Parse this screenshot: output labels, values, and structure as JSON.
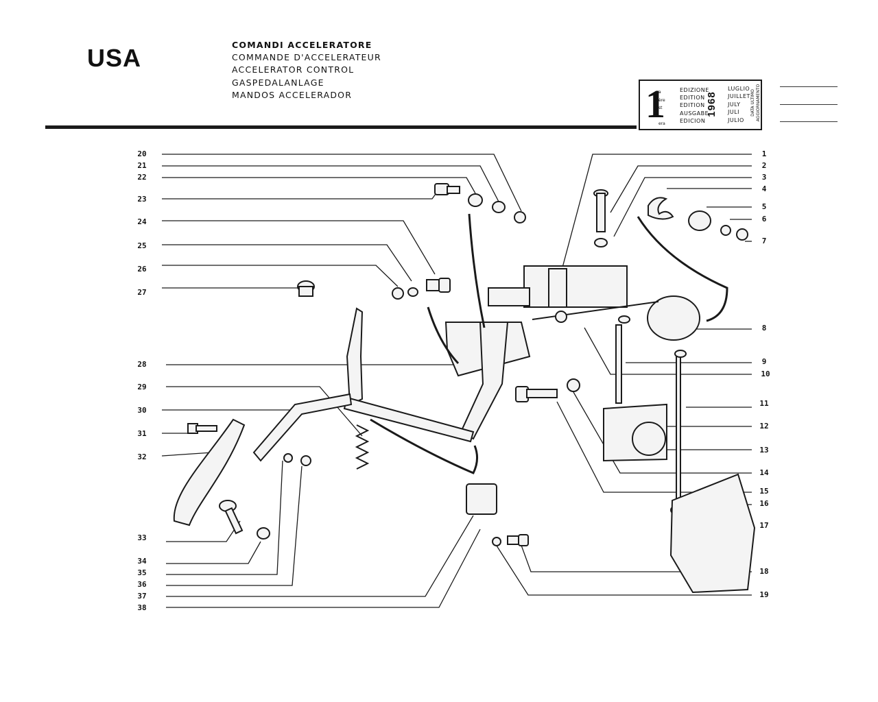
{
  "market": "USA",
  "title_lines": [
    "COMANDI ACCELERATORE",
    "COMMANDE D'ACCELERATEUR",
    "ACCELERATOR CONTROL",
    "GASPEDALANLAGE",
    "MANDOS ACCELERADOR"
  ],
  "edition": {
    "number": "1",
    "suffixes": [
      "a",
      "ère",
      "st",
      ".",
      "era"
    ],
    "words": [
      "EDIZIONE",
      "EDITION",
      "EDITION",
      "AUSGABE",
      "EDICION"
    ],
    "year": "1968",
    "months": [
      "LUGLIO",
      "JUILLET",
      "JULY",
      "JULI",
      "JULIO"
    ],
    "update_label": [
      "DATA ULTIMO",
      "AGGIORNAMENTO"
    ]
  },
  "callouts_right": [
    "1",
    "2",
    "3",
    "4",
    "5",
    "6",
    "7",
    "8",
    "9",
    "10",
    "11",
    "12",
    "13",
    "14",
    "15",
    "16",
    "17",
    "18",
    "19"
  ],
  "callouts_left": [
    "20",
    "21",
    "22",
    "23",
    "24",
    "25",
    "26",
    "27",
    "28",
    "29",
    "30",
    "31",
    "32",
    "33",
    "34",
    "35",
    "36",
    "37",
    "38"
  ]
}
